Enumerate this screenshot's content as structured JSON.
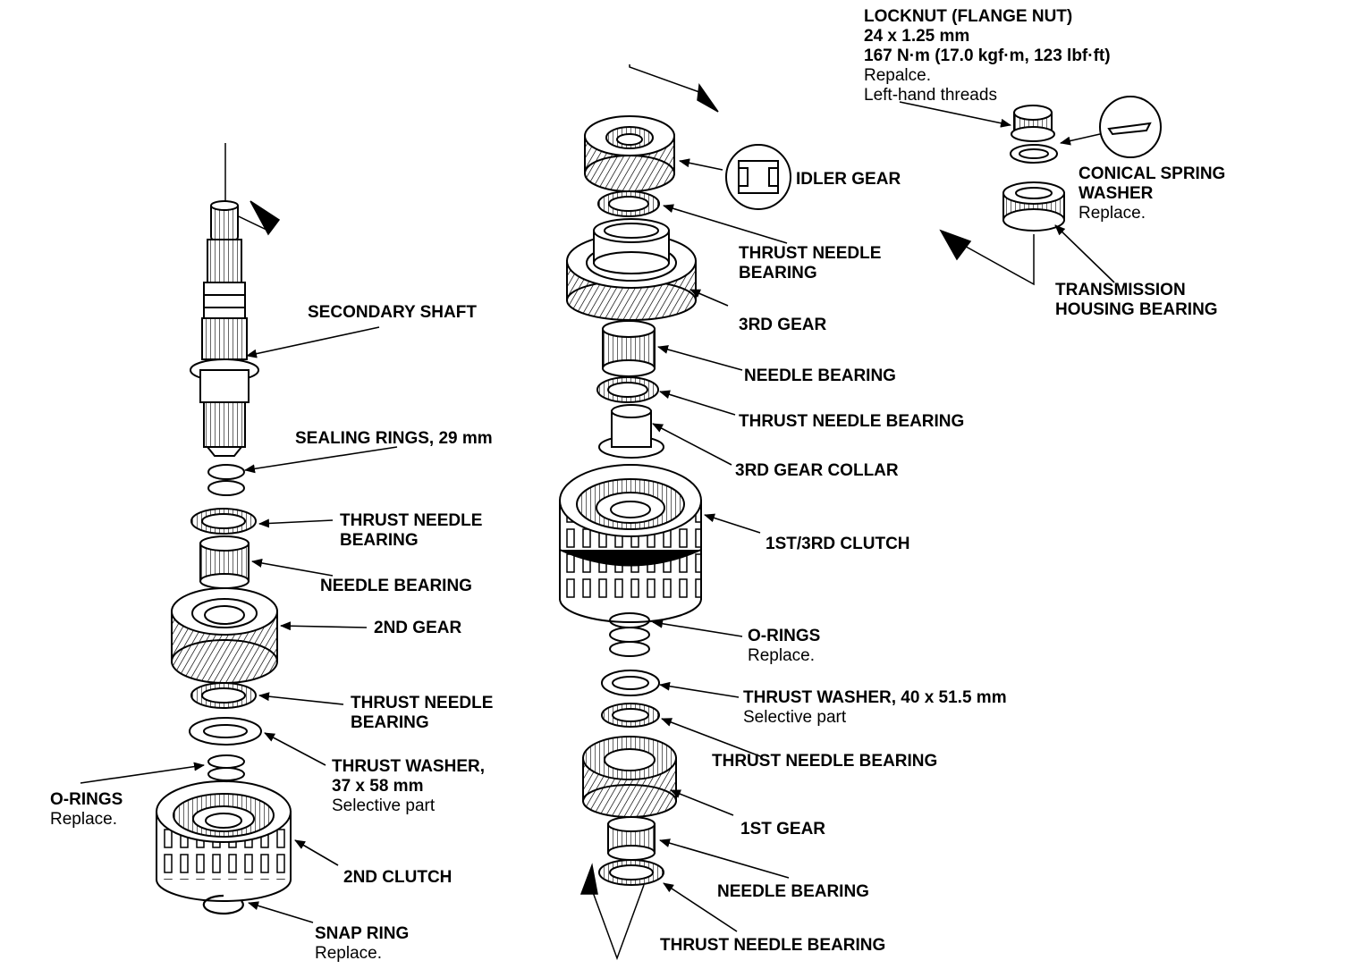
{
  "colors": {
    "ink": "#000000",
    "paper": "#ffffff"
  },
  "callouts": {
    "locknut": {
      "name": "LOCKNUT (FLANGE NUT)",
      "spec_size": "24 x 1.25 mm",
      "spec_torque": "167 N·m (17.0 kgf·m, 123 lbf·ft)",
      "note1": "Repalce.",
      "note2": "Left-hand threads"
    },
    "idler_gear": {
      "name": "IDLER GEAR"
    },
    "conical_spring_washer": {
      "line1": "CONICAL SPRING",
      "line2": "WASHER",
      "note": "Replace."
    },
    "thrust_needle_bearing_top": {
      "line1": "THRUST NEEDLE",
      "line2": "BEARING"
    },
    "transmission_housing_bearing": {
      "line1": "TRANSMISSION",
      "line2": "HOUSING BEARING"
    },
    "secondary_shaft": {
      "name": "SECONDARY SHAFT"
    },
    "third_gear": {
      "name": "3RD GEAR"
    },
    "needle_bearing_mid": {
      "name": "NEEDLE BEARING"
    },
    "thrust_needle_bearing_mid": {
      "name": "THRUST NEEDLE BEARING"
    },
    "sealing_rings": {
      "name": "SEALING RINGS, 29 mm"
    },
    "third_gear_collar": {
      "name": "3RD GEAR COLLAR"
    },
    "thrust_needle_bearing_left1": {
      "line1": "THRUST NEEDLE",
      "line2": "BEARING"
    },
    "clutch_1st_3rd": {
      "name": "1ST/3RD CLUTCH"
    },
    "needle_bearing_left": {
      "name": "NEEDLE BEARING"
    },
    "second_gear": {
      "name": "2ND GEAR"
    },
    "o_rings_right": {
      "name": "O-RINGS",
      "note": "Replace."
    },
    "thrust_needle_bearing_left2": {
      "line1": "THRUST NEEDLE",
      "line2": "BEARING"
    },
    "thrust_washer_right": {
      "name": "THRUST WASHER, 40 x 51.5 mm",
      "note": "Selective part"
    },
    "thrust_needle_bearing_right1": {
      "name": "THRUST NEEDLE BEARING"
    },
    "thrust_washer_left": {
      "line1": "THRUST WASHER,",
      "line2": "37 x 58 mm",
      "note": "Selective part"
    },
    "o_rings_left": {
      "name": "O-RINGS",
      "note": "Replace."
    },
    "first_gear": {
      "name": "1ST GEAR"
    },
    "second_clutch": {
      "name": "2ND CLUTCH"
    },
    "needle_bearing_bottom": {
      "name": "NEEDLE BEARING"
    },
    "snap_ring": {
      "name": "SNAP RING",
      "note": "Replace."
    },
    "thrust_needle_bearing_bottom": {
      "name": "THRUST NEEDLE BEARING"
    }
  }
}
